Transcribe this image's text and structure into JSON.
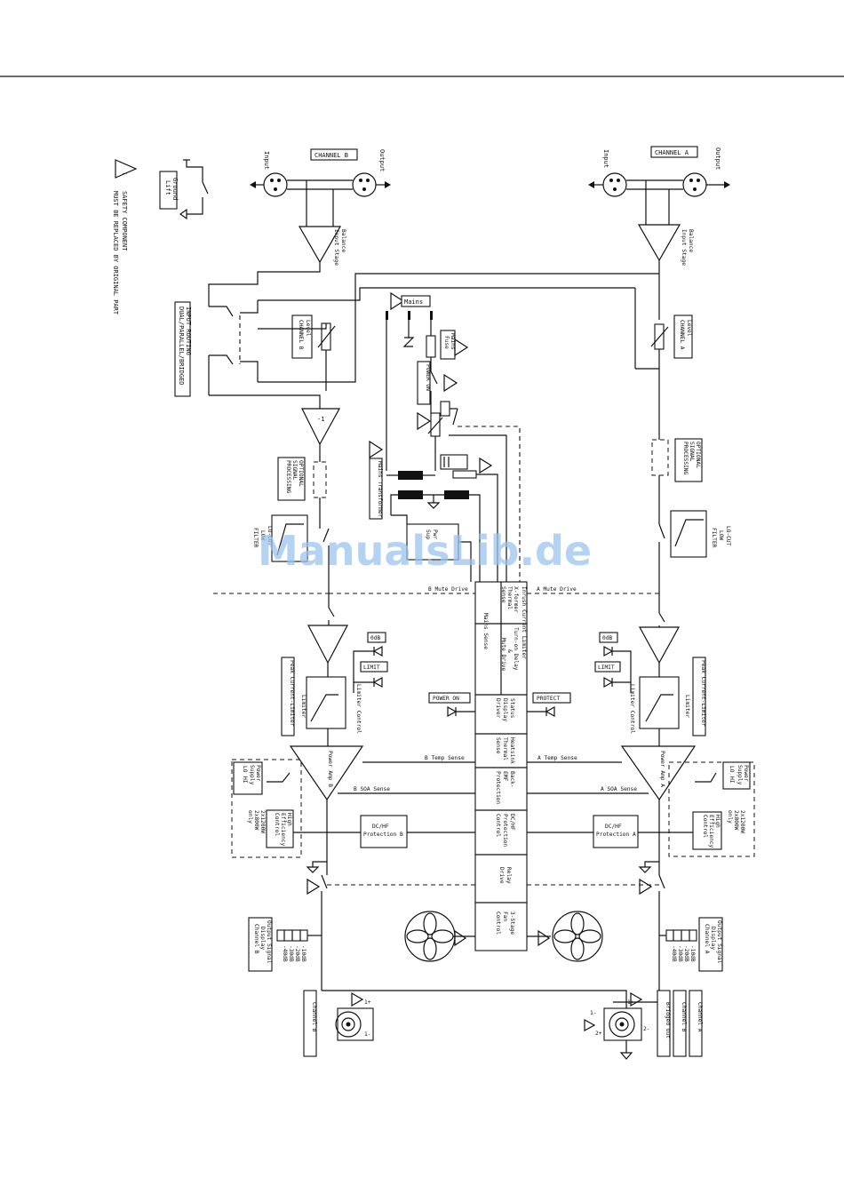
{
  "watermark": "ManualsLib.de",
  "safety_note": {
    "line1": "SAFETY COMPONENT",
    "line2": "MUST BE REPLACED BY ORIGINAL PART"
  },
  "ground_lift": {
    "line1": "Ground",
    "line2": "Lift"
  },
  "input_routing": {
    "label": "INPUT ROUTING",
    "modes": "DUAL/PARALLEL/BRIDGED"
  },
  "mains": {
    "mains": "Mains",
    "fuse_line1": "Mains",
    "fuse_line2": "Fuse",
    "power_on": "POWER ON",
    "transformer": "Mains Transformer",
    "supply_line1": "Pwr",
    "supply_line2": "Sup"
  },
  "channel_a": {
    "title": "CHANNEL A",
    "input": "Input",
    "output": "Output",
    "balance_line1": "Balance",
    "balance_line2": "Input Stage",
    "level_line1": "Level",
    "level_line2": "CHANNEL A",
    "optional_line1": "OPTIONAL",
    "optional_line2": "SIGNAL",
    "optional_line3": "PROCESSING",
    "lowcut_line1": "LO-CUT",
    "lowcut_line2": "LOW",
    "lowcut_line3": "FILTER",
    "mute_drive": "A Mute Drive",
    "zero_db": "0dB",
    "limit": "LIMIT",
    "peak_limiter": "Peak Current-Limiter",
    "limiter": "Limiter",
    "limiter_control": "Limiter Control",
    "temp_sense": "A Temp Sense",
    "soa_sense": "A SOA Sense",
    "power_amp": "Power Amp A",
    "supply_line1": "Power",
    "supply_line2": "Supply",
    "supply_lo": "LO",
    "supply_hi": "HI",
    "he_line1": "High",
    "he_line2": "Efficiency",
    "he_line3": "Control",
    "model_line1": "2x1200W",
    "model_line2": "2x800W",
    "model_line3": "only",
    "dchf_line1": "DC/HF",
    "dchf_line2": "Protection A",
    "display_line1": "Output Signal",
    "display_line2": "Display",
    "display_line3": "Channel A",
    "db_levels": [
      "-10dB",
      "-20dB",
      "-30dB",
      "-40dB"
    ]
  },
  "channel_b": {
    "title": "CHANNEL B",
    "input": "Input",
    "output": "Output",
    "balance_line1": "Balance",
    "balance_line2": "Input Stage",
    "level_line1": "Level",
    "level_line2": "CHANNEL B",
    "optional_line1": "OPTIONAL",
    "optional_line2": "SIGNAL",
    "optional_line3": "PROCESSING",
    "lowcut_line1": "LO-CUT",
    "lowcut_line2": "LOW",
    "lowcut_line3": "FILTER",
    "mute_drive": "B Mute Drive",
    "zero_db": "0dB",
    "limit": "LIMIT",
    "peak_limiter": "Peak Current-Limiter",
    "limiter": "Limiter",
    "limiter_control": "Limiter Control",
    "temp_sense": "B Temp Sense",
    "soa_sense": "B SOA Sense",
    "power_amp": "Power Amp B",
    "supply_line1": "Power",
    "supply_line2": "Supply",
    "supply_lo": "LO",
    "supply_hi": "HI",
    "he_line1": "High",
    "he_line2": "Efficiency",
    "he_line3": "Control",
    "model_line1": "2x1200W",
    "model_line2": "2x800W",
    "model_line3": "only",
    "dchf_line1": "DC/HF",
    "dchf_line2": "Protection B",
    "display_line1": "Output Signal",
    "display_line2": "Display",
    "display_line3": "Channel B",
    "db_levels": [
      "-10dB",
      "-20dB",
      "-30dB",
      "-40dB"
    ]
  },
  "inverter": "-1",
  "leds": {
    "power_on": "POWER ON",
    "protect": "PROTECT"
  },
  "control_blocks": {
    "inrush": "Inrush Current Limiter",
    "xformer_line1": "X-former",
    "xformer_line2": "Thermal",
    "xformer_line3": "Sense",
    "turnon_line1": "Turn-on Delay",
    "turnon_line2": "&",
    "turnon_line3": "Mute Drive",
    "mains_sense": "Mains Sense",
    "status_line1": "Status",
    "status_line2": "Display",
    "status_line3": "Driver",
    "heatsink_line1": "Heatsink",
    "heatsink_line2": "Thermal",
    "heatsink_line3": "Sense",
    "backemf_line1": "Back-",
    "backemf_line2": "EMF",
    "backemf_line3": "Protection",
    "dchf_line1": "DC/HF",
    "dchf_line2": "Protection",
    "dchf_line3": "Control",
    "relay_line1": "Relay",
    "relay_line2": "Drive",
    "fan_line1": "3-Stage",
    "fan_line2": "Fan",
    "fan_line3": "Control"
  },
  "speakon": {
    "chA": {
      "pin1p": "1+",
      "pin1m": "1-",
      "label": "Channel A"
    },
    "chB": {
      "pin1p": "1+",
      "pin1m": "1-",
      "label": "Channel B"
    },
    "bridged": {
      "pin1p": "1+",
      "pin1m": "2-",
      "label": "Bridged Out"
    },
    "pin_2p": "2+",
    "pin_2m": "2-"
  }
}
